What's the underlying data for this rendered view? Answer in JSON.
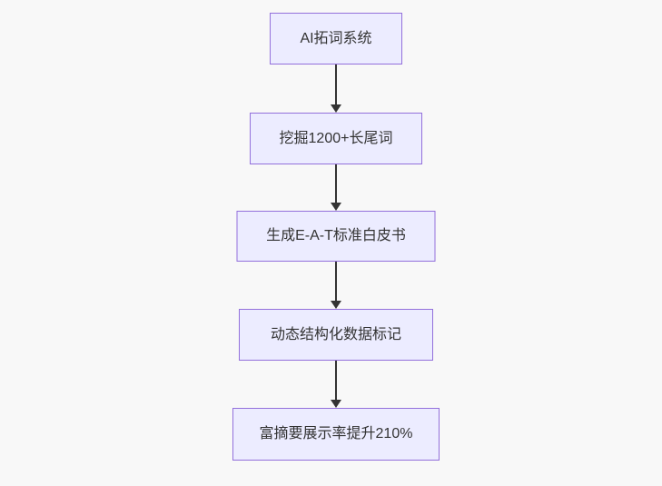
{
  "colors": {
    "background": "#f8f8f8",
    "node_fill": "#ececff",
    "node_border": "#9370db",
    "node_text": "#333333",
    "edge": "#333333"
  },
  "flowchart": {
    "type": "flowchart",
    "direction": "top-down",
    "nodes": [
      {
        "id": "A",
        "label": "AI拓词系统"
      },
      {
        "id": "B",
        "label": "挖掘1200+长尾词"
      },
      {
        "id": "C",
        "label": "生成E-A-T标准白皮书"
      },
      {
        "id": "D",
        "label": "动态结构化数据标记"
      },
      {
        "id": "E",
        "label": "富摘要展示率提升210%"
      }
    ],
    "edges": [
      {
        "from": "A",
        "to": "B"
      },
      {
        "from": "B",
        "to": "C"
      },
      {
        "from": "C",
        "to": "D"
      },
      {
        "from": "D",
        "to": "E"
      }
    ]
  }
}
